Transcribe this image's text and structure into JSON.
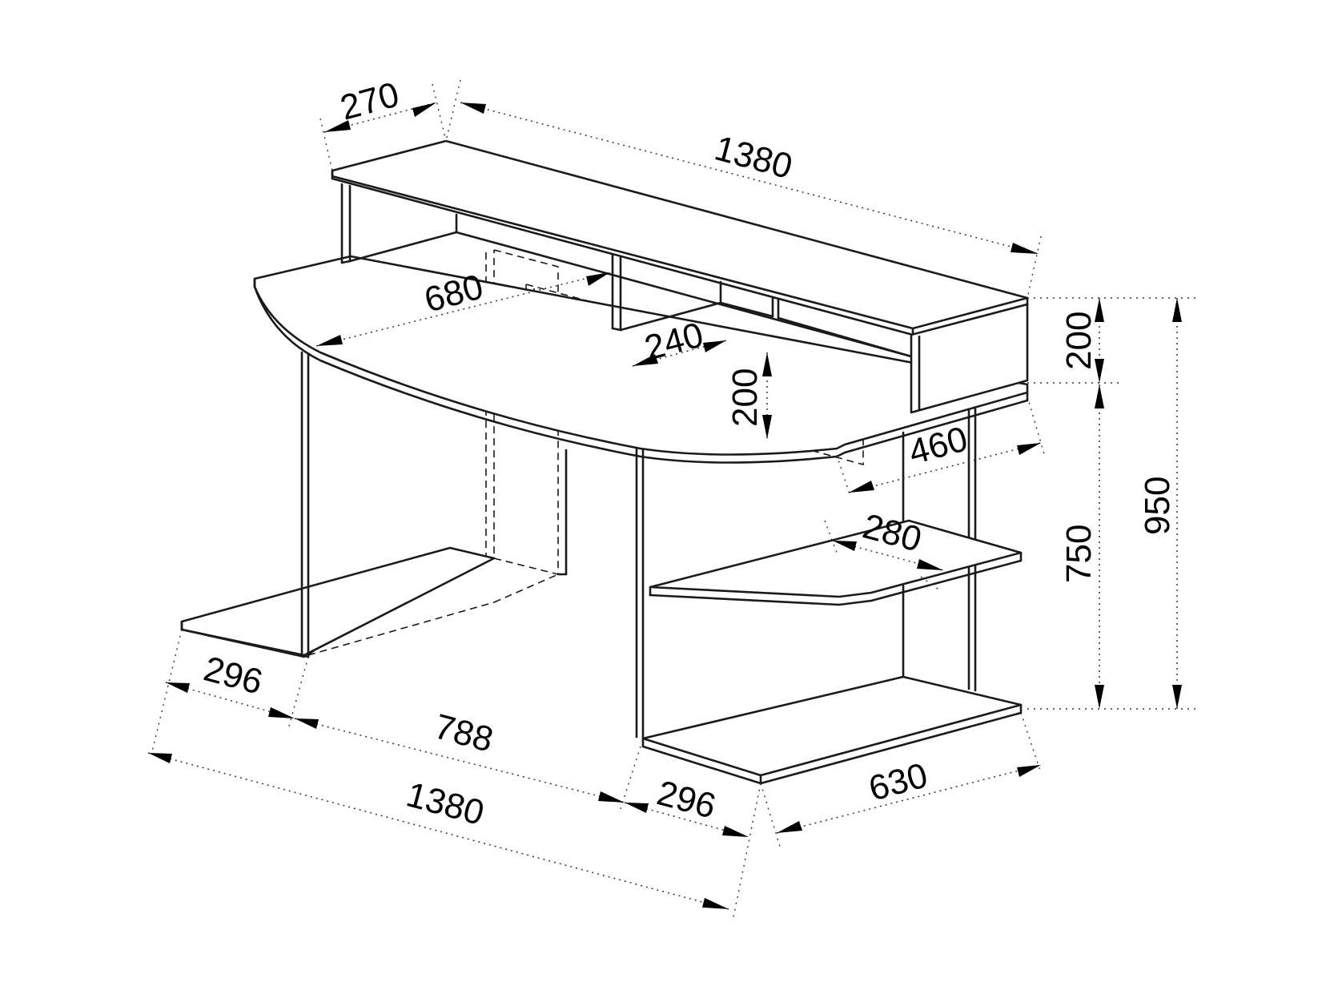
{
  "dimensions": {
    "shelf_depth": "270",
    "shelf_width": "1380",
    "desk_depth": "680",
    "niche_width": "240",
    "niche_height": "200",
    "shelf_height": "200",
    "side_depth": "460",
    "side_shelf_depth": "280",
    "desk_height": "750",
    "total_height": "950",
    "left_side_width": "296",
    "middle_span": "788",
    "total_width": "1380",
    "right_side_width": "296",
    "right_base_depth": "630"
  }
}
